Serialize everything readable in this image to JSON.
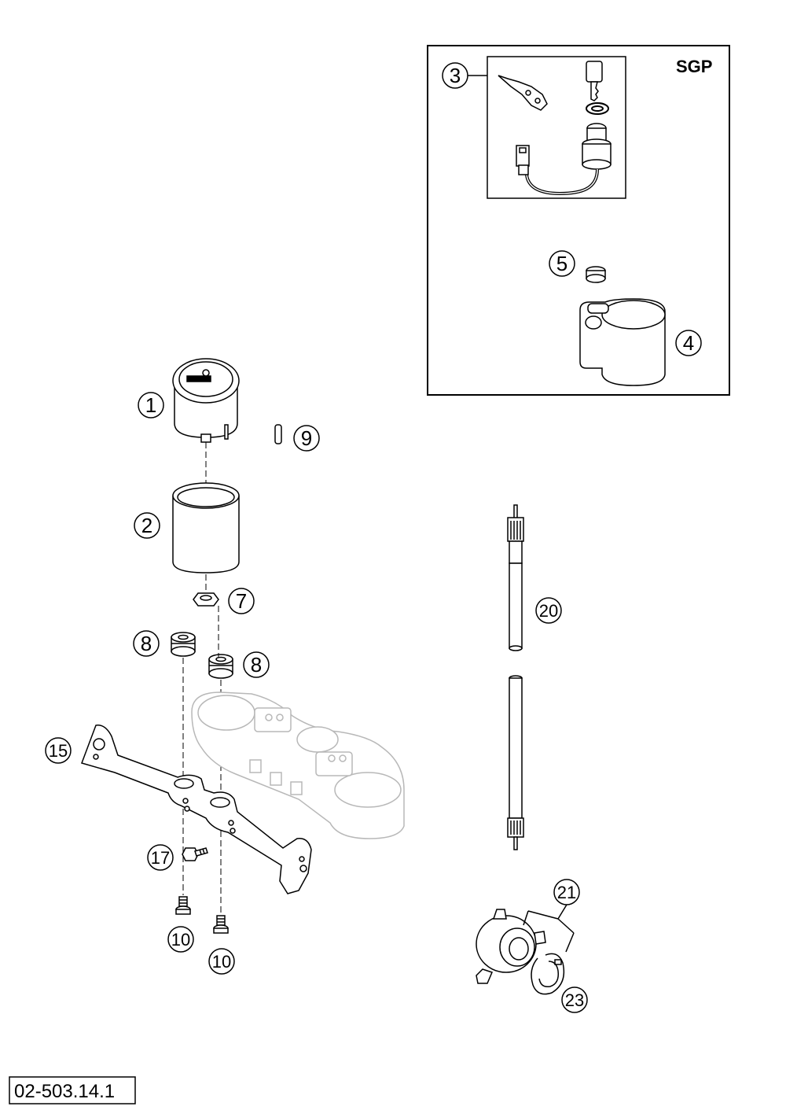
{
  "diagram": {
    "reference_number": "02-503.14.1",
    "inset_label": "SGP",
    "callouts": {
      "c1": "1",
      "c2": "2",
      "c3": "3",
      "c4": "4",
      "c5": "5",
      "c7": "7",
      "c8a": "8",
      "c8b": "8",
      "c9": "9",
      "c10a": "10",
      "c10b": "10",
      "c15": "15",
      "c17": "17",
      "c20": "20",
      "c21": "21",
      "c23": "23"
    }
  }
}
